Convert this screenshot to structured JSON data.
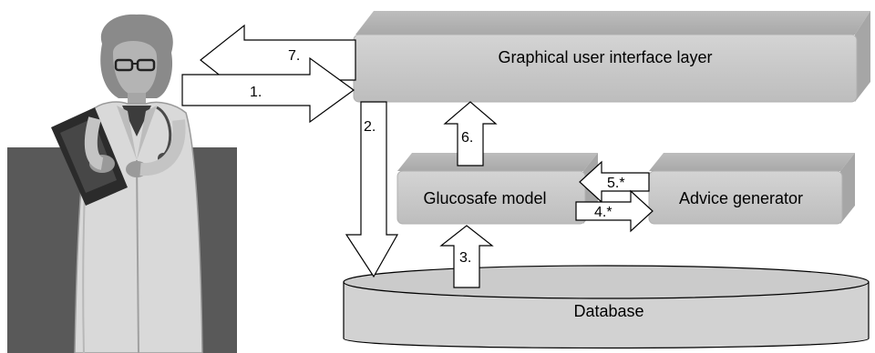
{
  "boxes": {
    "gui_layer": "Graphical user interface layer",
    "glucosafe_model": "Glucosafe model",
    "advice_generator": "Advice generator",
    "database": "Database"
  },
  "arrows": {
    "a1": "1.",
    "a2": "2.",
    "a3": "3.",
    "a4": "4.*",
    "a5": "5.*",
    "a6": "6.",
    "a7": "7."
  },
  "colors": {
    "box_face": "#c8c8c8",
    "box_side": "#a6a6a6",
    "panel": "#595959",
    "outline": "#000000"
  },
  "figure": {
    "icon": "doctor-with-clipboard-icon"
  }
}
